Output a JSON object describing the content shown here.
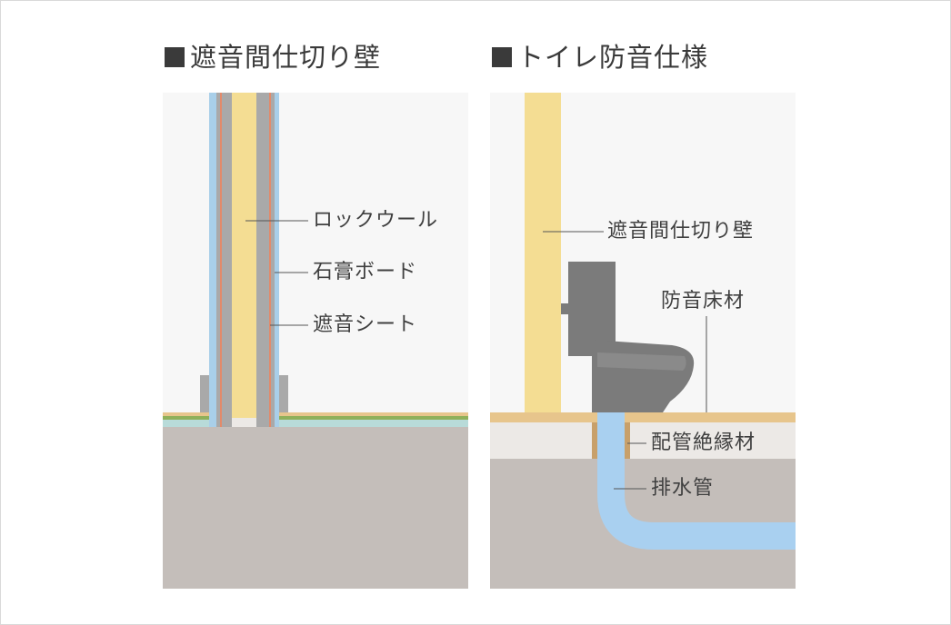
{
  "left_panel": {
    "title": "遮音間仕切り壁",
    "labels": {
      "rockwool": "ロックウール",
      "gypsum_board": "石膏ボード",
      "soundproof_sheet": "遮音シート"
    }
  },
  "right_panel": {
    "title": "トイレ防音仕様",
    "labels": {
      "partition_wall": "遮音間仕切り壁",
      "floor_material": "防音床材",
      "pipe_insulation": "配管絶縁材",
      "drain_pipe": "排水管"
    }
  },
  "colors": {
    "background": "#f7f7f7",
    "concrete": "#c4beba",
    "rockwool": "#f4dd93",
    "gypsum_board": "#a9a9a9",
    "soundproof_sheet": "#e38a6a",
    "wall_surface": "#a9cfe9",
    "floor_wood": "#e7c58c",
    "pipe_insulation": "#ece9e6",
    "drain_pipe": "#a9d0f0",
    "toilet": "#7b7b7b",
    "leader_line": "#555555"
  }
}
